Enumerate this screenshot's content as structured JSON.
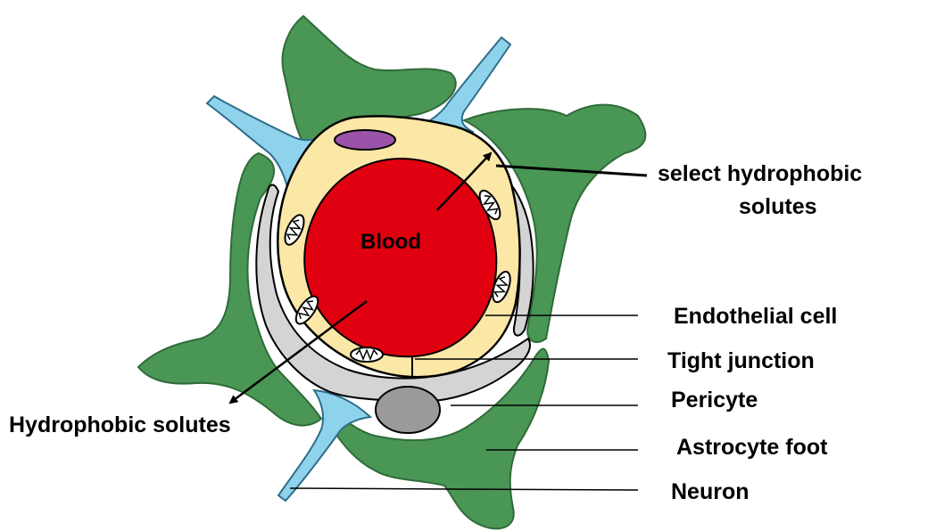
{
  "labels": {
    "blood": "Blood",
    "select_line1": "select hydrophobic",
    "select_line2": "solutes",
    "hydrophobic_solutes": "Hydrophobic solutes",
    "endothelial_cell": "Endothelial cell",
    "tight_junction": "Tight junction",
    "pericyte": "Pericyte",
    "astrocyte_foot": "Astrocyte foot",
    "neuron": "Neuron"
  },
  "colors": {
    "astrocyte_green": "#4a9655",
    "neuron_blue": "#8fd2ec",
    "endothelial_yellow": "#fbe7a6",
    "blood_red": "#e1000f",
    "pericyte_gray": "#d4d4d4",
    "nucleus_gray": "#9a9a9a",
    "vesicle_purple": "#9a53a8",
    "outline": "#000000"
  }
}
